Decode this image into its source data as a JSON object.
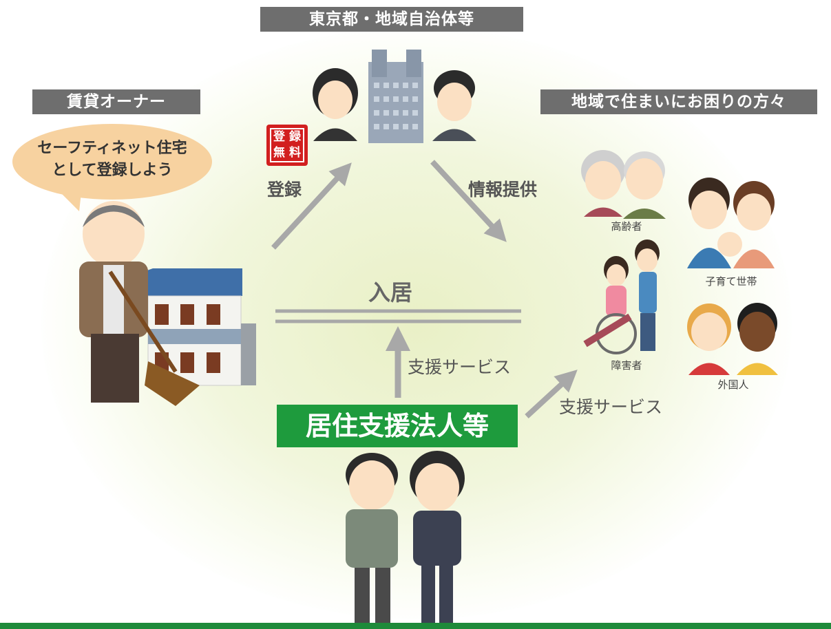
{
  "labels": {
    "government": "東京都・地域自治体等",
    "owner": "賃貸オーナー",
    "residents": "地域で住まいにお困りの方々",
    "bubble_line1": "セーフティネット住宅",
    "bubble_line2": "として登録しよう",
    "register": "登録",
    "info": "情報提供",
    "move_in": "入居",
    "support1": "支援サービス",
    "support2": "支援サービス",
    "corp": "居住支援法人等",
    "elderly": "高齢者",
    "childcare": "子育て世帯",
    "disabled": "障害者",
    "foreign": "外国人"
  },
  "stamp": {
    "c1": "登",
    "c2": "録",
    "c3": "無",
    "c4": "料"
  },
  "colors": {
    "accent_green": "#1e9b3d",
    "label_gray": "#6e6e6e",
    "arrow_gray": "#a8a8a8",
    "stamp_red": "#d21f1f",
    "bubble": "#f7d2a0"
  }
}
